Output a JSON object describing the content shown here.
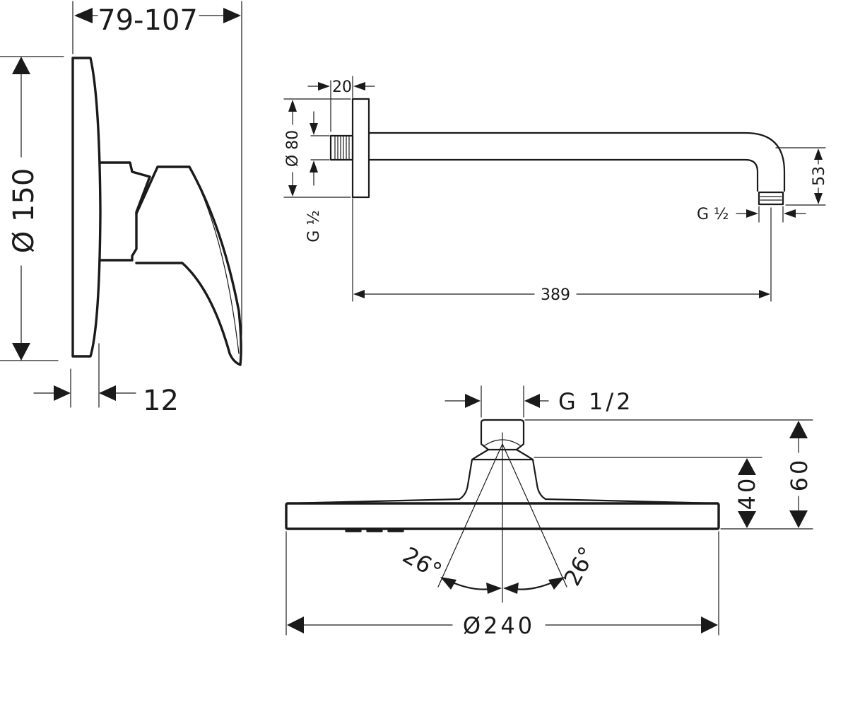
{
  "mixer": {
    "depth": "79-107",
    "diameter": "Ø 150",
    "plate_gap": "12"
  },
  "arm": {
    "flange_width": "20",
    "flange_diameter": "Ø 80",
    "thread_wall": "G ½",
    "drop": "53",
    "thread_outlet": "G ½",
    "length": "389"
  },
  "head": {
    "thread": "G 1/2",
    "total_height": "60",
    "body_height": "40",
    "angle_left": "26°",
    "angle_right": "26°",
    "diameter": "Ø240"
  }
}
